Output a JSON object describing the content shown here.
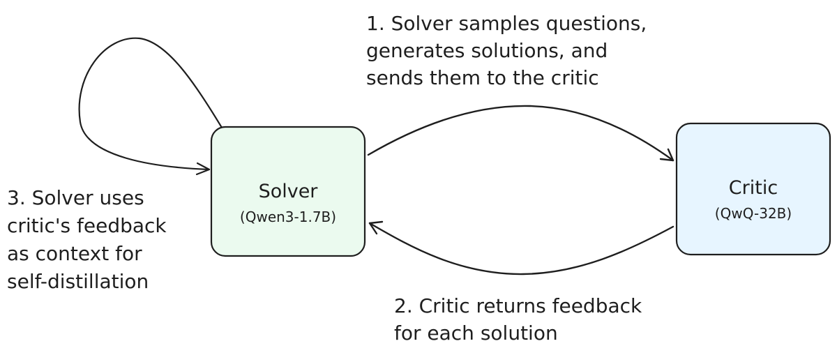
{
  "nodes": {
    "solver": {
      "title": "Solver",
      "subtitle": "(Qwen3-1.7B)",
      "fill": "#ebfaef",
      "stroke": "#1e1e1e"
    },
    "critic": {
      "title": "Critic",
      "subtitle": "(QwQ-32B)",
      "fill": "#e7f5ff",
      "stroke": "#1e1e1e"
    }
  },
  "steps": {
    "step1": {
      "lines": [
        "1. Solver samples questions,",
        "generates solutions, and",
        "sends them to the critic"
      ]
    },
    "step2": {
      "lines": [
        "2. Critic returns feedback",
        "for each solution"
      ]
    },
    "step3": {
      "lines": [
        "3. Solver uses",
        "critic's feedback",
        "as context for",
        "self-distillation"
      ]
    }
  },
  "edges": [
    {
      "from": "solver",
      "to": "critic",
      "label_ref": "step1"
    },
    {
      "from": "critic",
      "to": "solver",
      "label_ref": "step2"
    },
    {
      "from": "solver",
      "to": "solver",
      "label_ref": "step3"
    }
  ],
  "colors": {
    "ink": "#1e1e1e"
  }
}
